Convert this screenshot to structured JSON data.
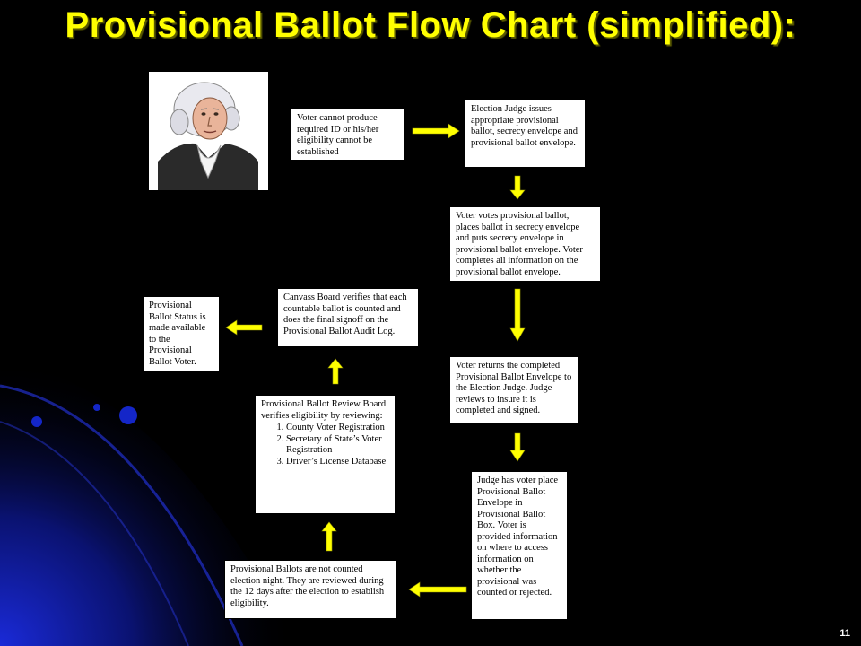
{
  "title": "Provisional Ballot Flow Chart (simplified):",
  "page_number": "11",
  "colors": {
    "background": "#000000",
    "title": "#ffff00",
    "arrow": "#ffff00",
    "box": "#ffffff"
  },
  "portrait_icon": "george-washington-portrait-icon",
  "steps": {
    "s1": "Voter cannot produce required ID or his/her eligibility cannot be established",
    "s2": "Election Judge issues appropriate provisional ballot, secrecy envelope and provisional ballot envelope.",
    "s3": "Voter votes provisional ballot, places ballot in secrecy envelope and puts secrecy envelope in provisional ballot envelope. Voter completes all information on the provisional ballot envelope.",
    "s4": "Voter returns the completed Provisional Ballot Envelope to the Election Judge. Judge reviews to insure it is completed and signed.",
    "s5": "Judge has voter place Provisional Ballot Envelope in Provisional Ballot Box. Voter is provided information on where to access information on whether the provisional was counted or rejected.",
    "s6": "Provisional Ballots are not counted election night. They are reviewed during the 12 days after the election to establish eligibility.",
    "s7": {
      "intro": "Provisional Ballot Review Board verifies eligibility by reviewing:",
      "items": [
        "County Voter Registration",
        "Secretary of State’s Voter Registration",
        "Driver’s License Database"
      ]
    },
    "s8": "Canvass Board verifies that each countable ballot is counted and does the final signoff on the Provisional Ballot Audit Log.",
    "s9": "Provisional Ballot Status is made available to the Provisional Ballot Voter."
  }
}
